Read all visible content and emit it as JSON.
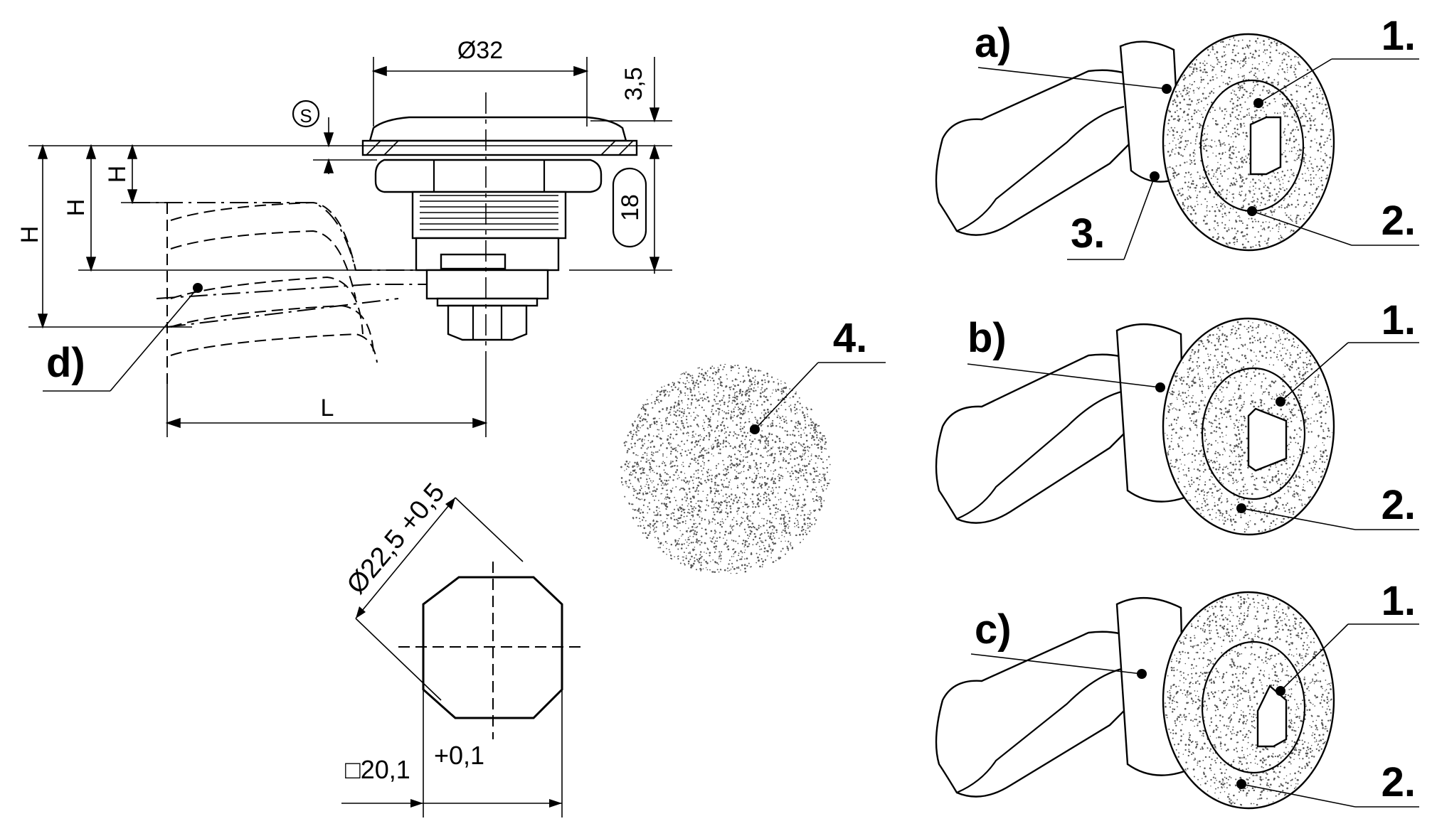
{
  "technical_drawing": {
    "dimensions": {
      "diameter_head": "Ø32",
      "head_height": "3,5",
      "panel_thickness_symbol": "S",
      "body_length_badge": "18",
      "cam_height_1": "H",
      "cam_height_2": "H",
      "cam_height_3": "H",
      "cam_length": "L",
      "cutout_diameter": "Ø22,5 +0,5",
      "cutout_square": "□20,1",
      "cutout_square_tolerance": "+0,1"
    },
    "labels": {
      "variant_a": "a)",
      "variant_b": "b)",
      "variant_c": "c)",
      "variant_d": "d)",
      "part_1": "1.",
      "part_2": "2.",
      "part_3": "3.",
      "part_4": "4."
    }
  },
  "colors": {
    "line": "#000000",
    "background": "#ffffff",
    "texture_dots": "#555555"
  }
}
